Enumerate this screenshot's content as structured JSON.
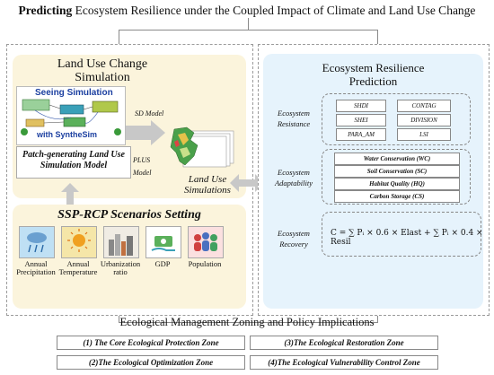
{
  "header": {
    "title_bold": "Predicting",
    "title_rest": "Ecosystem Resilience under the Coupled Impact of Climate and Land Use Change"
  },
  "left_panel": {
    "luc_title_line1": "Land Use Change",
    "luc_title_line2": "Simulation",
    "sim_image_title": "Seeing Simulation",
    "sim_image_with": "with SyntheSim",
    "sd_model_label": "SD Model",
    "patch_model_line1": "Patch-generating Land Use",
    "patch_model_line2": "Simulation Model",
    "plus_model_line1": "PLUS",
    "plus_model_line2": "Model",
    "lus_label_line1": "Land Use",
    "lus_label_line2": "Simulations",
    "ssp_title": "SSP-RCP Scenarios Setting",
    "drivers": [
      {
        "icon": "rain-cloud-icon",
        "line1": "Annual",
        "line2": "Precipitation"
      },
      {
        "icon": "sun-icon",
        "line1": "Annual",
        "line2": "Temperature"
      },
      {
        "icon": "city-icon",
        "line1": "Urbanization",
        "line2": "ratio"
      },
      {
        "icon": "money-icon",
        "line1": "GDP",
        "line2": ""
      },
      {
        "icon": "population-icon",
        "line1": "Population",
        "line2": ""
      }
    ]
  },
  "right_panel": {
    "title_line1": "Ecosystem Resilience",
    "title_line2": "Prediction",
    "resistance": {
      "label_line1": "Ecosystem",
      "label_line2": "Resistance",
      "metrics": [
        "SHDI",
        "CONTAG",
        "SHEI",
        "DIVISION",
        "PARA_AM",
        "LSI"
      ]
    },
    "adaptability": {
      "label_line1": "Ecosystem",
      "label_line2": "Adaptability",
      "services": [
        "Water Conservation (WC)",
        "Soil Conservation (SC)",
        "Habitat Quality (HQ)",
        "Carbon Storage (CS)"
      ]
    },
    "recovery": {
      "label_line1": "Ecosystem",
      "label_line2": "Recovery",
      "formula": "C = ∑ Pᵢ × 0.6 × Elast + ∑ Pᵢ × 0.4 × Resil"
    }
  },
  "management": {
    "title": "Ecological Management Zoning and Policy Implications",
    "zones": [
      "(1) The Core Ecological Protection Zone",
      "(3)The Ecological Restoration Zone",
      "(2)The Ecological Optimization Zone",
      "(4)The Ecological Vulnerability Control Zone"
    ]
  },
  "colors": {
    "luc_bg": "#fbf4dc",
    "erp_bg": "#e6f3fc",
    "arrow_gray": "#c8c8c8",
    "line_gray": "#8a8a8a"
  }
}
